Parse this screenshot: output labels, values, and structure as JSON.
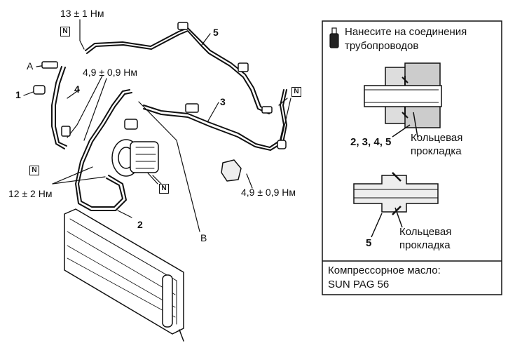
{
  "diagram": {
    "labels": {
      "torque_top": "13 ± 1 Нм",
      "torque_mid": "4,9 ± 0,9 Нм",
      "torque_left": "12 ± 2 Нм",
      "torque_right": "4,9 ± 0,9 Нм",
      "part_1": "1",
      "part_2": "2",
      "part_3": "3",
      "part_4": "4",
      "part_5": "5",
      "part_A": "A",
      "part_B": "B"
    },
    "n_marker": "N"
  },
  "panel": {
    "instruction_line1": "Нанесите на соединения",
    "instruction_line2": "трубопроводов",
    "detail1_parts": "2, 3, 4, 5",
    "detail1_ring_line1": "Кольцевая",
    "detail1_ring_line2": "прокладка",
    "detail2_part": "5",
    "detail2_ring_line1": "Кольцевая",
    "detail2_ring_line2": "прокладка",
    "oil_label": "Компрессорное масло:",
    "oil_value": "SUN PAG 56"
  }
}
